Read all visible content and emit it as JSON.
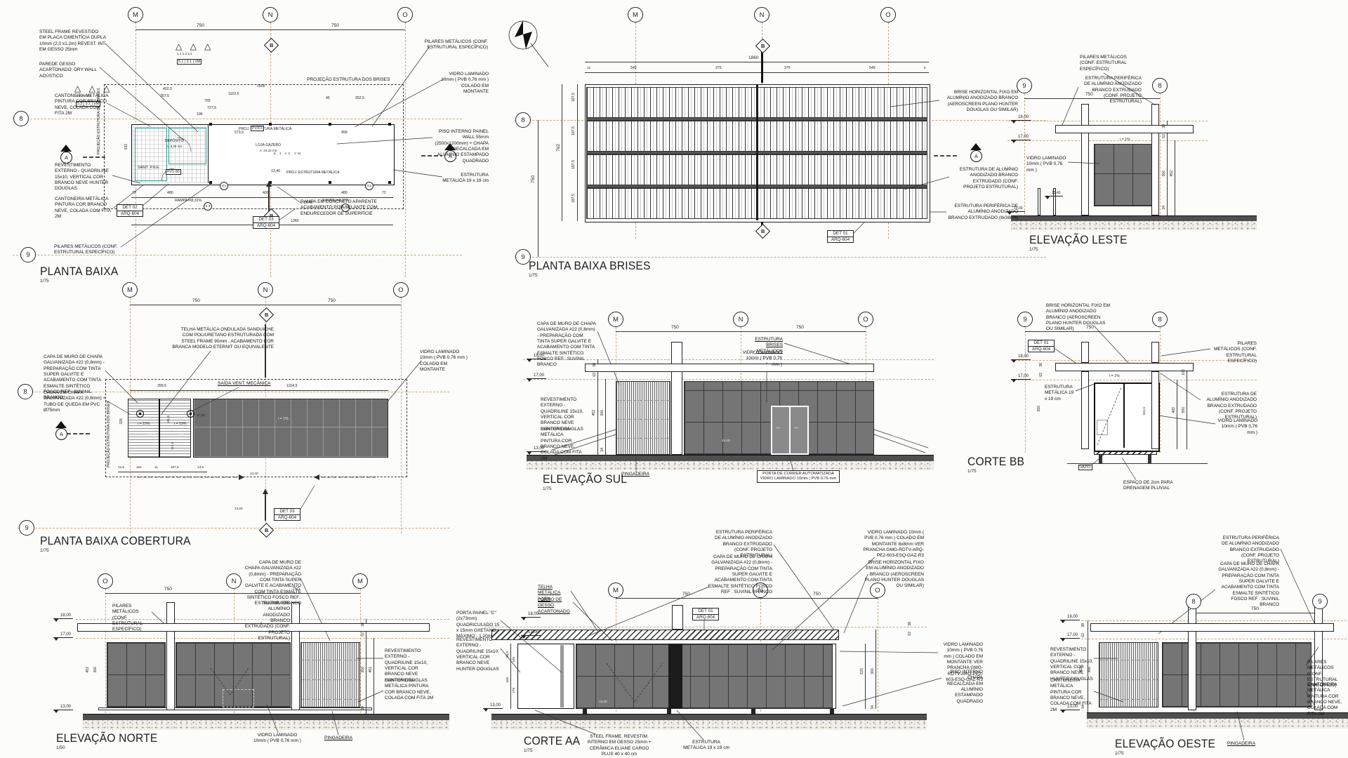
{
  "colors": {
    "axis_line": "#c9ab7c",
    "glass": "#757575",
    "ink": "#1e1e1e",
    "ground": "#4f4f4f",
    "teal_wall": "#2e9b8c"
  },
  "pb": {
    "title": "PLANTA BAIXA",
    "scale": "1/75",
    "grid": {
      "m": "M",
      "n": "N",
      "o": "O",
      "r8": "8",
      "r9": "9",
      "b": "B",
      "a": "A"
    },
    "dims_top": [
      "750",
      "750"
    ],
    "ann_l": [
      "STEEL FRAME REVESTIDO EM PLACA CIMENTÍCIA DUPLA 10mm (2,0 x1,2m) REVEST. INT. EM GESSO 25mm",
      "PAREDE GESSO ACARTONADO: DRY WALL ACÚSTICO",
      "CANTONEIRA METÁLICA PINTURA COR BRANCO NEVE, COLADA COM FITA 2M",
      "REVESTIMENTO EXTERNO - QUADRILINE 15x10, VERTICAL COR BRANCO NEVE HUNTER DOUGLAS",
      "CANTONEIRA METÁLICA PINTURA COR BRANCO NEVE, COLADA COM FITA 2M",
      "PILARES METÁLICOS (CONF. ESTRUTURAL ESPECÍFICO)"
    ],
    "ann_r": [
      "PILARES METÁLICOS (CONF. ESTRUTURAL ESPECÍFICO)",
      "VIDRO LAMINADO 10mm ( PVB 0,76 mm ) COLADO EM MONTANTE",
      "PISO INTERNO PAINEL WALL 55mm (2500x1200mm) + CHAPA RECALCADA EM ALUMÍNIO ESTAMPADO QUADRADO",
      "ESTRUTURA METÁLICA 19 x 19 cm"
    ],
    "note": "RAMPA EM CONCRETO APARENTE ACABAMENTO POR SELANTE COM ENDURECEDOR DE SUPERFÍCIE",
    "proj_brises": "PROJEÇÃO ESTRUTURA DOS BRISES",
    "proj_metal": "PROJ. ESTRUTURA METÁLICA",
    "rooms": {
      "dep": "DEPÓSITO",
      "dep_a": "A: 3,26 m2",
      "loja": "LOJA GAZEBO",
      "loja_a": "A: 24,22 m2",
      "san": "SANIT. P.N.E."
    },
    "ramp": "RAMPA i=8,31%",
    "lvl": "13,40",
    "dims": {
      "d1": "402,5",
      "d2": "357,5",
      "d3": "1505",
      "d4": "1102,5",
      "d5": "765",
      "d6": "727,5",
      "d7": "196",
      "d8": "45",
      "d9": "352,5",
      "d10": "573,5",
      "d11": "458",
      "d12": "332",
      "d13": "1360"
    },
    "dims_bot": [
      "72",
      "480",
      "400",
      "480",
      "72"
    ],
    "tags": {
      "g1": "G1",
      "s53": "5.3",
      "loja_tags": "5.1  AC  VM",
      "pv1": "PV1-90",
      "pvf": "PV/F3"
    },
    "tri_row": "△ △ △",
    "tris1": "1.1  1.2  2.1",
    "tags1": "5.1 | 3.1 | VM",
    "tris2": "1.1  1.2  2.2",
    "tags2": "5.3 | 3.1 | VM",
    "det02": [
      "DET 02",
      "ARQ-604"
    ],
    "det03": [
      "DET 03",
      "ARQ-604"
    ]
  },
  "br": {
    "title": "PLANTA BAIXA BRISES",
    "scale": "1/75",
    "grid": {
      "m": "M",
      "n": "N",
      "o": "O",
      "r8": "8",
      "r9": "9",
      "b": "B",
      "a": "A"
    },
    "dim_total": "1860",
    "dims_top": [
      "549",
      "375",
      "375",
      "549"
    ],
    "d12": "12",
    "d6": "6",
    "dims_l": [
      "187,5",
      "187,5",
      "187,5",
      "187,5"
    ],
    "dl750": "750",
    "dl762": "762",
    "ann_r": [
      "BRISE HORIZONTAL FIXO EM ALUMÍNIO ANODIZADO BRANCO (AEROSCREEN PLANO HUNTER DOUGLAS OU SIMILAR)",
      "ESTRUTURA DE ALUMÍNIO ANODIZADO BRANCO EXTRUDADO (CONF. PROJETO ESTRUTURAL)",
      "ESTRUTURA PERIFÉRICA DE ALUMÍNIO ANODIZADO BRANCO EXTRUDADO (8x38cm)"
    ],
    "det01": [
      "DET 01",
      "ARQ-604"
    ]
  },
  "el": {
    "title": "ELEVAÇÃO LESTE",
    "scale": "1/75",
    "grid": {
      "g9": "9",
      "g8": "8"
    },
    "dim": "750",
    "ann": [
      "PILARES METÁLICOS (CONF. ESTRUTURAL ESPECÍFICO)",
      "ESTRUTURA PERIFÉRICA DE ALUMÍNIO ANODIZADO BRANCO EXTRUDADO (CONF. PROJETO ESTRUTURAL)",
      "VIDRO LAMINADO 10mm ( PVB 0,76 mm )"
    ],
    "slope": "i = 1%",
    "levels": [
      "18,00",
      "17,00",
      "13,40",
      "13,00"
    ],
    "dims": [
      "38",
      "62",
      "366",
      "452",
      "34"
    ]
  },
  "co": {
    "title": "PLANTA BAIXA COBERTURA",
    "scale": "1/75",
    "grid": {
      "m": "M",
      "n": "N",
      "o": "O",
      "r8": "8",
      "r9": "9",
      "b": "B",
      "a": "A"
    },
    "dims_top": [
      "750",
      "750"
    ],
    "ann": [
      "TELHA METÁLICA ONDULADA SANDUICHE COM POLIURETANO ESTRUTURADA COM STEEL FRAME 90mm , ACABAMENTO COR BRANCA MODELO ETERNIT OU EQUIVALENTE",
      "CAPA DE MURO DE CHAPA GALVANIZADA #22 (0,8mm) - PREPARAÇÃO COM TINTA SUPER GALVITE E ACABAMENTO COM TINTA ESMALTE SINTÉTICO FOSCO REF : SUVINIL BRANCO",
      "CALHA EM CHAPA GALVANIZADA #22 (0,8mm) + TUBO DE QUEDA EM PVC Ø75mm",
      "SAÍDA VENT. MECÂNICA",
      "VIDRO LAMINADO 10mm ( PVB 0,76 mm ) COLADO EM MONTANTE"
    ],
    "proj": "PROJEÇÃO ESTRUTURA DOS BRISES",
    "slope15": "i = 15%",
    "slope1": "i = 1%",
    "levels": [
      "17,00",
      "13,40",
      "13,00"
    ],
    "dims": {
      "d1": "399,5",
      "d2": "1104,5",
      "d3": "168,6",
      "d4": "203",
      "d5": "181,5",
      "d6": "117,5",
      "d7": "326"
    },
    "dims_bot": [
      "13,5",
      "164",
      "11",
      "197,5",
      "13,5"
    ],
    "det03": [
      "DET 03",
      "ARQ-604"
    ]
  },
  "es": {
    "title": "ELEVAÇÃO SUL",
    "scale": "1/75",
    "grid": {
      "m": "M",
      "n": "N",
      "o": "O"
    },
    "dims_top": [
      "750",
      "750"
    ],
    "ann_l": [
      "CAPA DE MURO DE CHAPA GALVANIZADA #22 (0,8mm) - PREPARAÇÃO COM TINTA SUPER GALVITE E ACABAMENTO COM TINTA ESMALTE SINTÉTICO FOSCO REF.: SUVINIL BRANCO",
      "REVESTIMENTO EXTERNO - QUADRILINE 15x10, VERTICAL COR BRANCO NEVE HUNTER DOUGLAS",
      "CANTONEIRA METÁLICA PINTURA COR BRANCO NEVE, COLADA COM FITA 2M"
    ],
    "ann_r": [
      "ESTRUTURA BRISES METÁLICOS",
      "VIDRO LAMINADO 10mm ( PVB 0,76 mm )"
    ],
    "pinga": "PINGADEIRA",
    "door": [
      "PORTA DE CORRER AUTOMATIZADA",
      "VIDRO LAMINADO 10mm | PVB 0,76 mm"
    ],
    "door_arrows": "↔ ↔",
    "levels": [
      "18,00",
      "17,00",
      "13,00"
    ],
    "lvl_door": "13,40",
    "dims": [
      "38",
      "62",
      "452",
      "366",
      "34"
    ]
  },
  "cb": {
    "title": "CORTE BB",
    "scale": "1/75",
    "grid": {
      "g9": "9",
      "g8": "8"
    },
    "dim": "750",
    "det01": [
      "DET 01",
      "ARQ-604"
    ],
    "ann_l": [
      "BRISE HORIZONTAL FIXO EM ALUMÍNIO ANODIZADO BRANCO (AEROSCREEN PLANO HUNTER DOUGLAS OU SIMILAR)",
      "ESTRUTURA METÁLICA 19 x 19 cm"
    ],
    "ann_r": [
      "PILARES METÁLICOS (CONF. ESTRUTURAL ESPECÍFICO)",
      "ESTRUTURA DE ALUMÍNIO ANODIZADO BRANCO EXTRUDADO (CONF. PROJETO ESTRUTURAL)",
      "VIDRO LAMINADO 10mm ( PVB 0,76 mm )"
    ],
    "ann_b": [
      "ESPAÇO DE 2cm PARA DRENAGEM PLUVIAL",
      "VAZIO"
    ],
    "slope": "i = 1%",
    "levels": [
      "18,00",
      "17,00"
    ],
    "dims": {
      "d38": "38",
      "d62": "62",
      "d360": "360",
      "d332": "332,5",
      "d400": "400",
      "d500": "500",
      "d100": "100"
    }
  },
  "en": {
    "title": "ELEVAÇÃO NORTE",
    "scale": "1/50",
    "grid": {
      "o": "O",
      "n": "N",
      "m": "M"
    },
    "dims_top": [
      "750",
      "750"
    ],
    "ann_t": [
      "PILARES METÁLICOS (CONF. ESTRUTURAL ESPECÍFICO)",
      "ESTRUTURA DE ALUMÍNIO ANODIZADO BRANCO EXTRUDADO (CONF. PROJETO ESTRUTURAL)",
      "CAPA DE MURO DE CHAPA GALVANIZADA #22 (0,8mm) - PREPARAÇÃO COM TINTA SUPER GALVITE E ACABAMENTO COM TINTA ESMALTE SINTÉTICO FOSCO REF.: SUVINIL BRANCO"
    ],
    "ann_r": [
      "REVESTIMENTO EXTERNO - QUADRILINE 15x10, VERTICAL COR BRANCO NEVE HUNTER DOUGLAS",
      "CANTONEIRA METÁLICA PINTURA COR BRANCO NEVE, COLADA COM FITA 2M"
    ],
    "ann_b": [
      "VIDRO LAMINADO 10mm ( PVB 0,76 mm )",
      "PINGADEIRA"
    ],
    "levels": [
      "18,00",
      "17,00",
      "13,00"
    ],
    "dims": [
      "38",
      "62",
      "452",
      "366",
      "34"
    ]
  },
  "ca": {
    "title": "CORTE AA",
    "scale": "1/75",
    "grid": {
      "m": "M",
      "n": "N",
      "o": "O"
    },
    "dims_top": [
      "750",
      "750"
    ],
    "det01": [
      "DET 01",
      "ARQ-604"
    ],
    "ann_t": [
      "ESTRUTURA PERIFÉRICA DE ALUMÍNIO ANODIZADO BRANCO EXTRUDADO (CONF. PROJETO ESTRUTURAL)",
      "CAPA DE MURO DE CHAPA GALVANIZADA #22 (0,8mm) - PREPARAÇÃO COM TINTA SUPER GALVITE E ACABAMENTO COM TINTA ESMALTE SINTÉTICO FOSCO REF : SUVINIL BRANCO",
      "VIDRO LAMINADO 10mm ( PVB 0,76 mm ) COLADO EM MONTANTE 8x8mm VER PRANCHA GMG-RDTV-ARQ-PE2-603-ESQ-GAZ-R3",
      "BRISE HORIZONTAL FIXO EM ALUMÍNIO ANODIZADO BRANCO (AEROSCREEN PLANO HUNTER DOUGLAS OU SIMILAR)"
    ],
    "ann_l": [
      "TELHA METÁLICA i=15%",
      "FORRO DE GESSO ACARTONADO",
      "PORTA PAINEL \"C\" (2x73mm) QUADRICULADO 15 x 15mm OXETANO. MÁXIMO - 1,20m",
      "REVESTIMENTO EXTERNO - QUADRILINE 15x10, VERTICAL COR BRANCO NEVE HUNTER DOUGLAS"
    ],
    "ann_r": [
      "VIDRO LAMINADO 10mm ( PVB 0,76 mm ) COLADO EM MONTANTE VER PRANCHA GMG-RDTV-ARQ-PE2-603-ESQ-GAZ-R3",
      "PISO INTERNO CHAPA RECALCADA EM ALUMÍNIO ESTAMPADO QUADRADO"
    ],
    "ann_b": [
      "STEEL FRAME, REVESTIM. INTERNO EM GESSO 25mm + CERÂMICA ELIANE CARGO PLUS 40 x 40 cm",
      "ESTRUTURA METÁLICA 19 x 19 cm"
    ],
    "levels": [
      "18,00",
      "17,00",
      "13,00"
    ],
    "lvl": "13,40",
    "dims": {
      "d38": "38",
      "d62": "62",
      "d520": "520",
      "d366": "366",
      "d34": "34",
      "d885": "88,5",
      "d348": "348",
      "d100": "100",
      "d279": "279"
    }
  },
  "eo": {
    "title": "ELEVAÇÃO OESTE",
    "scale": "1/75",
    "grid": {
      "g8": "8",
      "g9": "9"
    },
    "dim": "750",
    "ann_t": [
      "ESTRUTURA PERIFÉRICA DE ALUMÍNIO ANODIZADO BRANCO EXTRUDADO (CONF. PROJETO ESTRUTURAL)",
      "CAPA DE MURO DE CHAPA GALVANIZADA #22 (0,8mm) - PREPARAÇÃO COM TINTA SUPER GALVITE E ACABAMENTO COM TINTA ESMALTE SINTÉTICO FOSCO REF : SUVINIL BRANCO"
    ],
    "ann_l": [
      "REVESTIMENTO EXTERNO - QUADRILINE 15x10, VERTICAL COR BRANCO NEVE HUNTER DOUGLAS",
      "CANTONEIRA METÁLICA PINTURA COR BRANCO NEVE, COLADA COM FITA 2M"
    ],
    "ann_r": [
      "PILARES METÁLICOS (CONF. ESTRUTURAL ESPECÍFICO)",
      "CANTONEIRA METÁLICA PINTURA COR BRANCO NEVE, COLADA COM FITA 2M"
    ],
    "pinga": "PINGADEIRA",
    "levels": [
      "18,00",
      "17,00",
      "13,00"
    ],
    "dims": [
      "38",
      "62",
      "452",
      "366",
      "34"
    ]
  }
}
